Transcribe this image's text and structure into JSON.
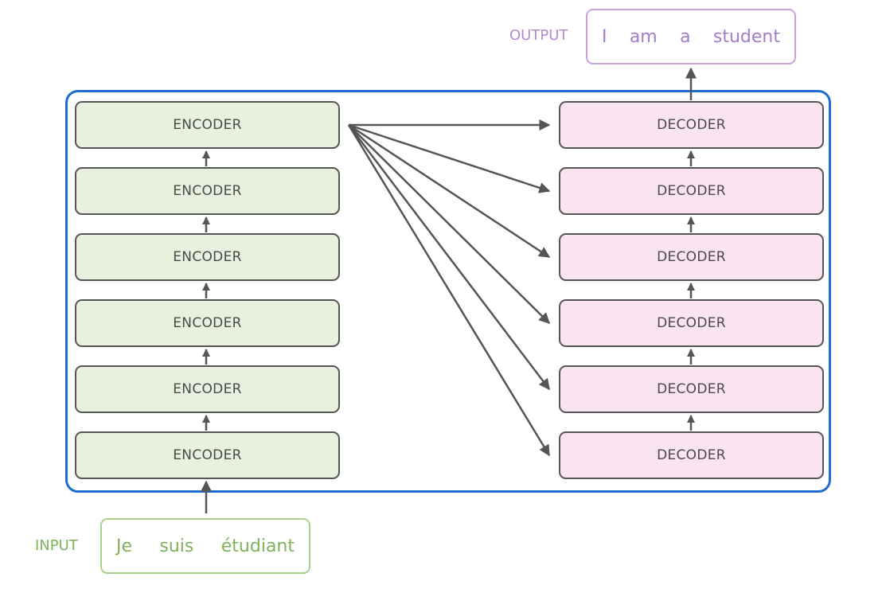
{
  "encoders": [
    "ENCODER",
    "ENCODER",
    "ENCODER",
    "ENCODER",
    "ENCODER",
    "ENCODER"
  ],
  "decoders": [
    "DECODER",
    "DECODER",
    "DECODER",
    "DECODER",
    "DECODER",
    "DECODER"
  ],
  "input": {
    "label": "INPUT",
    "words": [
      "Je",
      "suis",
      "étudiant"
    ]
  },
  "output": {
    "label": "OUTPUT",
    "words": [
      "I",
      "am",
      "a",
      "student"
    ]
  },
  "colors": {
    "frame": "#1f6bd0",
    "encoder_fill": "#e8f1dd",
    "decoder_fill": "#fbe4f1",
    "input_text": "#7fb35b",
    "output_text": "#a57cc7",
    "arrow": "#555555"
  }
}
